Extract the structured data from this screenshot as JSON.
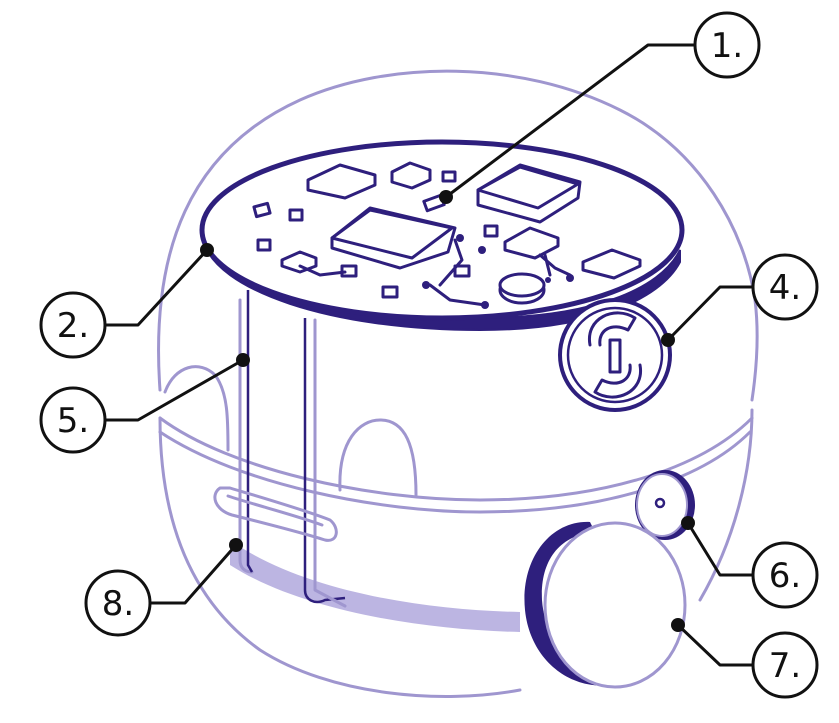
{
  "colors": {
    "outline": "#9f96cf",
    "dark": "#2e1f7d",
    "shade": "#bcb5e2",
    "callout": "#111111",
    "background": "#ffffff"
  },
  "callouts": [
    {
      "id": "1",
      "label": "1."
    },
    {
      "id": "2",
      "label": "2."
    },
    {
      "id": "4",
      "label": "4."
    },
    {
      "id": "5",
      "label": "5."
    },
    {
      "id": "6",
      "label": "6."
    },
    {
      "id": "7",
      "label": "7."
    },
    {
      "id": "8",
      "label": "8."
    }
  ]
}
